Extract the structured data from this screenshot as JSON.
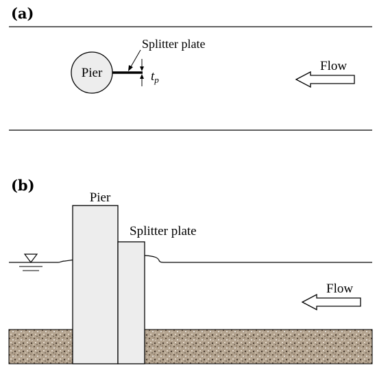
{
  "panel_a": {
    "label": "(a)",
    "pier_label": "Pier",
    "splitter_label": "Splitter plate",
    "thickness_symbol": "t",
    "thickness_subscript": "p",
    "flow_label": "Flow"
  },
  "panel_b": {
    "label": "(b)",
    "pier_label": "Pier",
    "splitter_label": "Splitter plate",
    "flow_label": "Flow"
  },
  "colors": {
    "line": "#000000",
    "pier_fill": "#ededed",
    "sediment_base": "#b0a08c"
  }
}
